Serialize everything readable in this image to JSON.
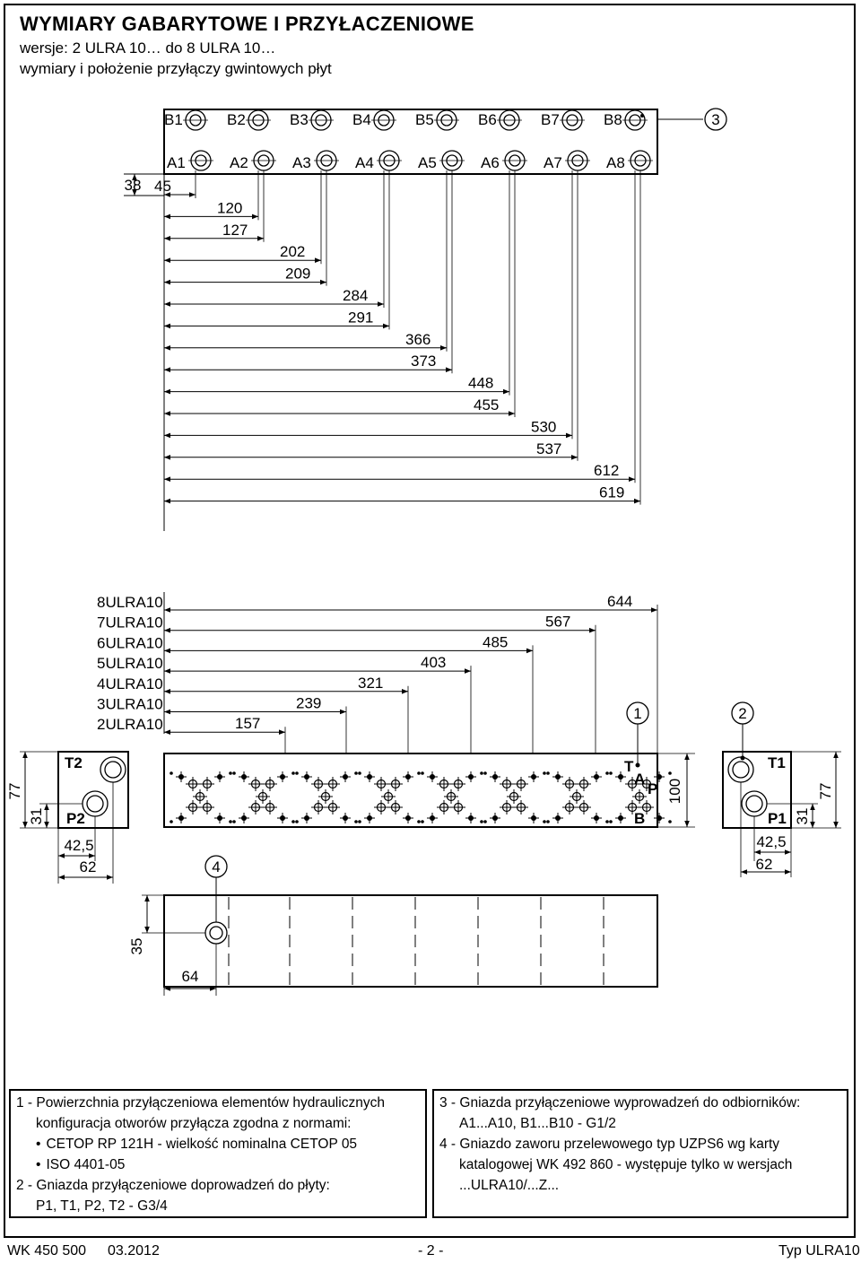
{
  "header": {
    "title": "WYMIARY  GABARYTOWE  I  PRZYŁACZENIOWE",
    "line1": "wersje: 2 ULRA 10… do 8 ULRA 10…",
    "line2": "wymiary i położenie przyłączy gwintowych płyt"
  },
  "ports": {
    "b": [
      "B1",
      "B2",
      "B3",
      "B4",
      "B5",
      "B6",
      "B7",
      "B8"
    ],
    "a": [
      "A1",
      "A2",
      "A3",
      "A4",
      "A5",
      "A6",
      "A7",
      "A8"
    ],
    "left_top": "T2",
    "left_bottom": "P2",
    "right_top": "T1",
    "right_bottom": "P1",
    "valve_t": "T",
    "valve_a": "A",
    "valve_p": "P",
    "valve_b": "B"
  },
  "callouts": [
    "1",
    "2",
    "3",
    "4"
  ],
  "dims": {
    "d38": "38",
    "ladder": [
      "45",
      "120",
      "127",
      "202",
      "209",
      "284",
      "291",
      "366",
      "373",
      "448",
      "455",
      "530",
      "537",
      "612",
      "619"
    ],
    "versions": [
      "8ULRA10",
      "7ULRA10",
      "6ULRA10",
      "5ULRA10",
      "4ULRA10",
      "3ULRA10",
      "2ULRA10"
    ],
    "lengths": [
      "644",
      "567",
      "485",
      "403",
      "321",
      "239",
      "157"
    ],
    "h77": "77",
    "h31": "31",
    "w42_5": "42,5",
    "w62": "62",
    "h100": "100",
    "h35": "35",
    "w64": "64"
  },
  "notes": {
    "left": [
      "1 - Powierzchnia przyłączeniowa elementów hydraulicznych",
      "konfiguracja otworów przyłącza zgodna z normami:",
      "CETOP RP 121H - wielkość nominalna CETOP 05",
      "ISO 4401-05",
      "2 - Gniazda przyłączeniowe doprowadzeń do płyty:",
      "P1, T1, P2, T2 - G3/4"
    ],
    "right": [
      "3 - Gniazda przyłączeniowe wyprowadzeń do odbiorników:",
      "A1...A10, B1...B10 - G1/2",
      "4 - Gniazdo zaworu przelewowego typ UZPS6 wg karty",
      "katalogowej WK 492 860 - występuje tylko w wersjach",
      "...ULRA10/...Z..."
    ]
  },
  "footer": {
    "doc": "WK 450 500",
    "date": "03.2012",
    "page": "- 2 -",
    "type": "Typ ULRA10"
  }
}
